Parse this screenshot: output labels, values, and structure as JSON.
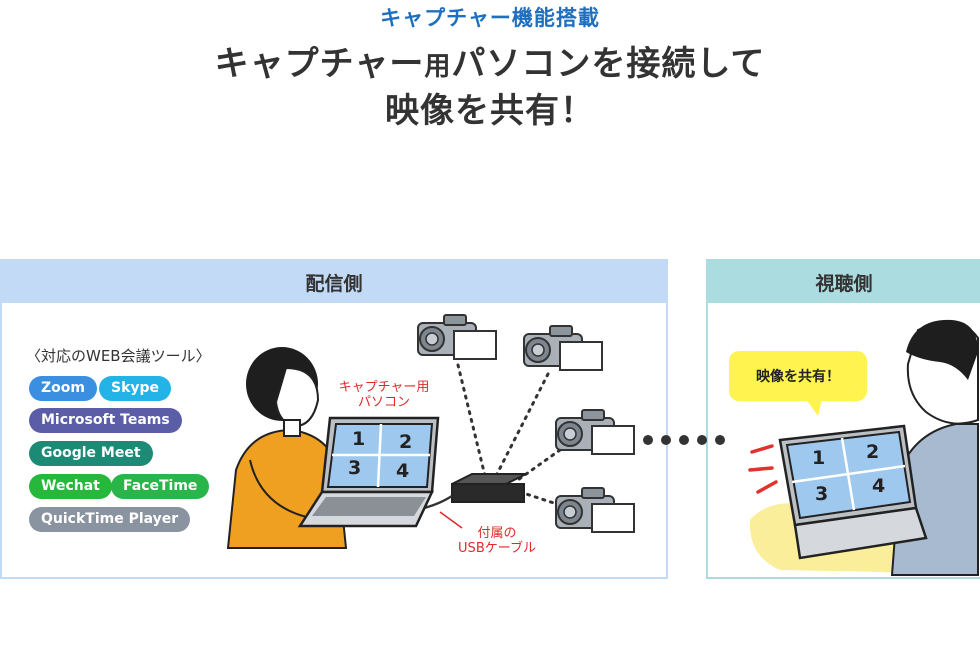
{
  "header": {
    "subtitle": "キャプチャー機能搭載",
    "title_line1_a": "キャプチャー",
    "title_line1_b": "用",
    "title_line1_c": "パソコンを接続して",
    "title_line2": "映像を共有！"
  },
  "left_panel": {
    "heading": "配信側",
    "tools_label": "〈対応のWEB会議ツール〉",
    "tools": [
      {
        "name": "Zoom",
        "color": "#3a8fe0"
      },
      {
        "name": "Skype",
        "color": "#23b3e6"
      },
      {
        "name": "Microsoft Teams",
        "color": "#5b5ea6"
      },
      {
        "name": "Google Meet",
        "color": "#1d8a76"
      },
      {
        "name": "Wechat",
        "color": "#25b83a"
      },
      {
        "name": "FaceTime",
        "color": "#29b54a"
      },
      {
        "name": "QuickTime Player",
        "color": "#8a93a0"
      }
    ],
    "capture_pc_label_line1": "キャプチャー用",
    "capture_pc_label_line2": "パソコン",
    "cable_label_line1": "付属の",
    "cable_label_line2": "USBケーブル",
    "screen_numbers": [
      "1",
      "2",
      "3",
      "4"
    ]
  },
  "right_panel": {
    "heading": "視聴側",
    "bubble_text": "映像を共有！",
    "screen_numbers": [
      "1",
      "2",
      "3",
      "4"
    ]
  },
  "colors": {
    "accent_blue": "#1f6fc0",
    "label_red": "#e02a2a",
    "left_panel": "#c2daf5",
    "right_panel": "#aadce0",
    "bubble": "#fff34f"
  }
}
